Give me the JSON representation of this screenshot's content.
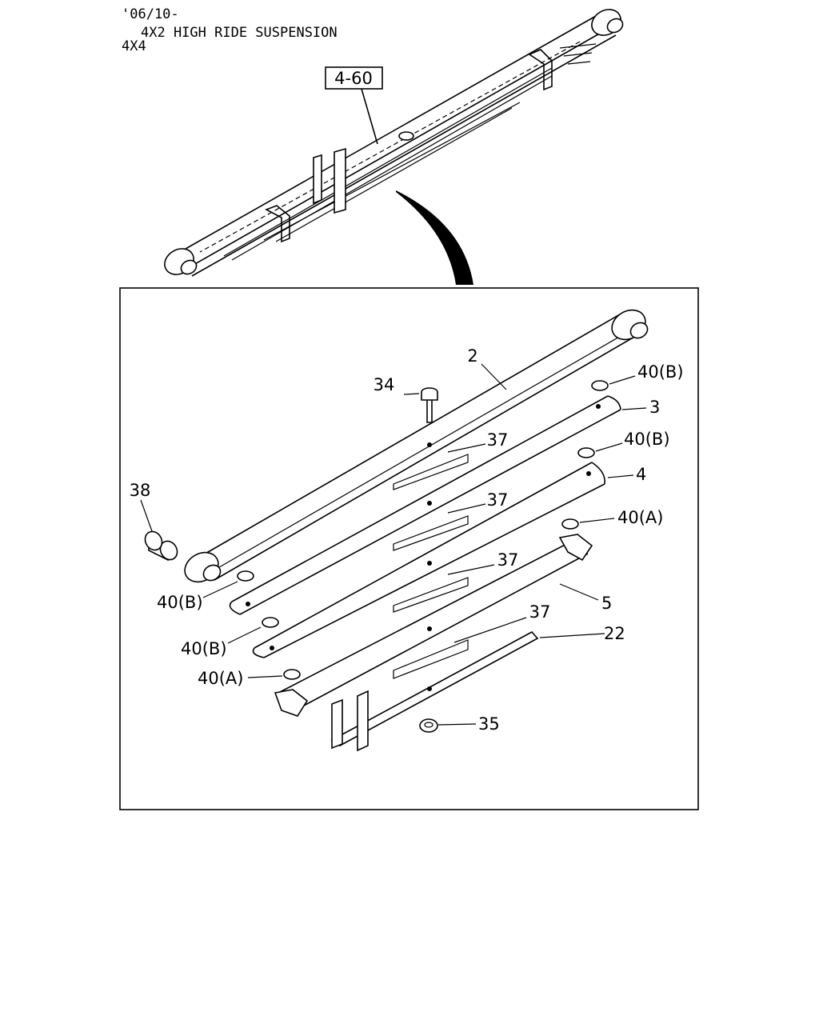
{
  "header": {
    "date_code": "'06/10-",
    "variant": "4X2 HIGH RIDE SUSPENSION",
    "drive": "4X4"
  },
  "reference": {
    "page_ref": "4-60"
  },
  "callouts": {
    "c2": "2",
    "c3": "3",
    "c4": "4",
    "c5": "5",
    "c22": "22",
    "c34": "34",
    "c35": "35",
    "c38": "38",
    "c37a": "37",
    "c37b": "37",
    "c37c": "37",
    "c37d": "37",
    "c40b1": "40(B)",
    "c40b2": "40(B)",
    "c40a1": "40(A)",
    "c40b3": "40(B)",
    "c40b4": "40(B)",
    "c40a2": "40(A)"
  }
}
